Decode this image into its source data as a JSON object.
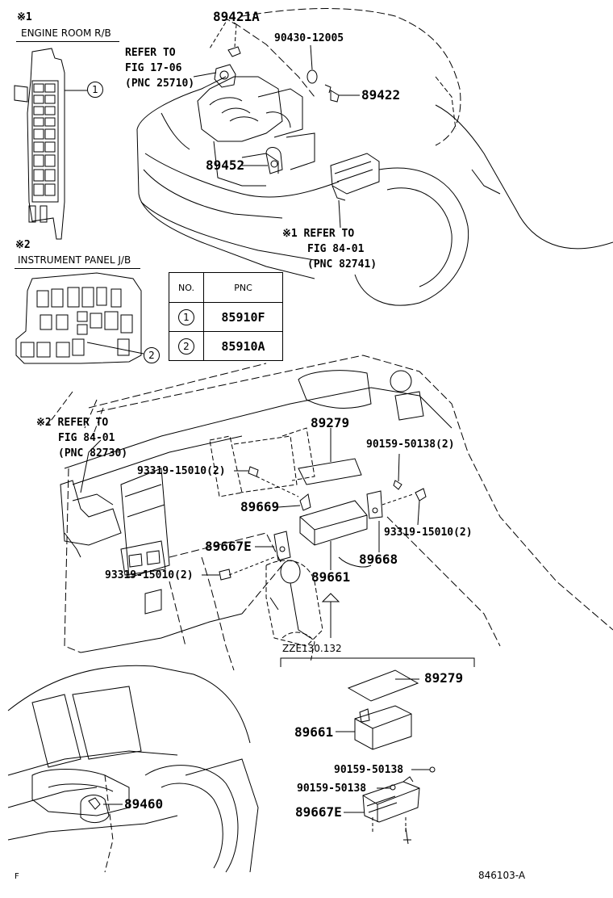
{
  "insets": {
    "engine_room": {
      "mark": "※1",
      "title": "ENGINE ROOM R/B",
      "callout": "1"
    },
    "instrument_panel": {
      "mark": "※2",
      "title": "INSTRUMENT PANEL J/B",
      "callout": "2"
    }
  },
  "pnc_table": {
    "header_no": "NO.",
    "header_pnc": "PNC",
    "rows": [
      {
        "no": "1",
        "pnc": "85910F"
      },
      {
        "no": "2",
        "pnc": "85910A"
      }
    ]
  },
  "refs": {
    "fig17": [
      "REFER TO",
      "FIG 17-06",
      "(PNC 25710)"
    ],
    "fig84_engine": [
      "※1 REFER TO",
      "FIG 84-01",
      "(PNC 82741)"
    ],
    "fig84_panel": [
      "※2 REFER TO",
      "FIG 84-01",
      "(PNC 82730)"
    ]
  },
  "parts": {
    "p89421A": "89421A",
    "p90430": "90430-12005",
    "p89422": "89422",
    "p89452": "89452",
    "p89279_top": "89279",
    "p90159_top": "90159-50138(2)",
    "p93319_a": "93319-15010(2)",
    "p89669": "89669",
    "p89667E_top": "89667E",
    "p93319_b": "93319-15010(2)",
    "p89668": "89668",
    "p93319_c": "93319-15010(2)",
    "p89661_top": "89661",
    "p89279_bot": "89279",
    "p89661_bot": "89661",
    "p90159_b1": "90159-50138",
    "p90159_b2": "90159-50138",
    "p89667E_bot": "89667E",
    "p89460": "89460"
  },
  "model_code": "ZZE130.132",
  "figure_id": "846103-A",
  "corner_mark": "F"
}
